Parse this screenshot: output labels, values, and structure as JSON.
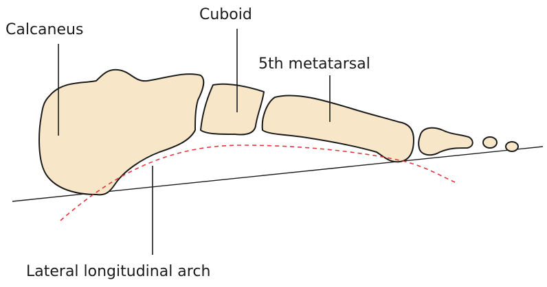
{
  "labels": {
    "calcaneus": "Calcaneus",
    "cuboid": "Cuboid",
    "fifth_metatarsal": "5th metatarsal",
    "lateral_arch": "Lateral longitudinal arch"
  },
  "colors": {
    "bone_fill": "#f7e6c8",
    "bone_outline": "#1a1a1a",
    "arch_line": "#e8333a",
    "ground_line": "#1a1a1a",
    "text": "#1a1a1a"
  }
}
